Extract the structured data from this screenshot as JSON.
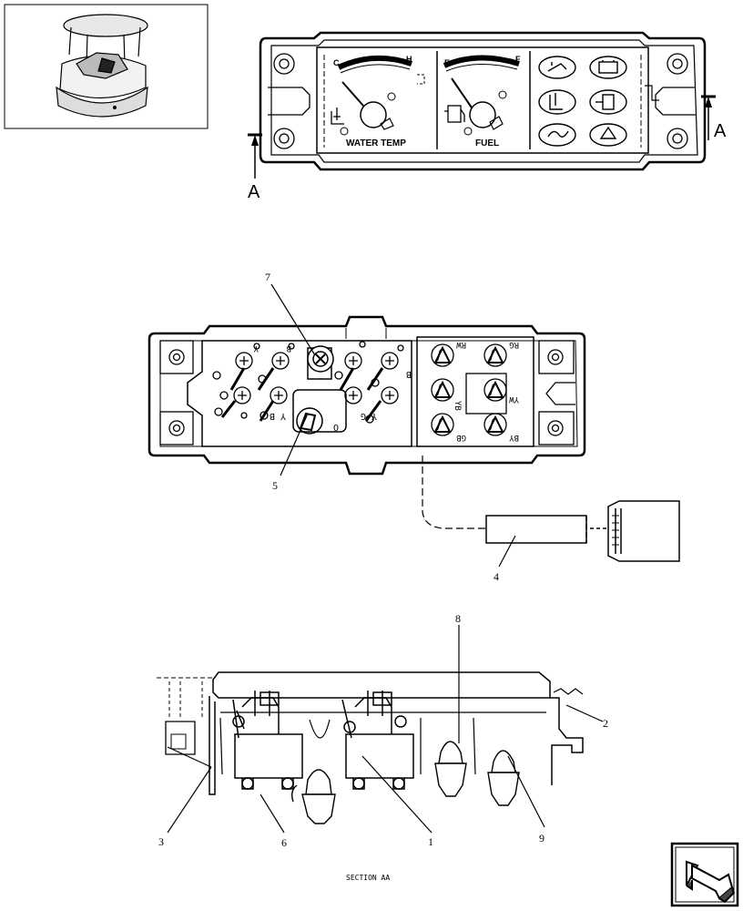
{
  "view_a_marker": "A",
  "gauges": {
    "water_temp": {
      "label": "WATER TEMP",
      "low": "C",
      "high": "H"
    },
    "fuel": {
      "label": "FUEL",
      "low": "E",
      "high": "F"
    }
  },
  "wires": {
    "left_block": [
      "Y",
      "B",
      "Y B"
    ],
    "center": [
      "B",
      "Y G",
      "O"
    ],
    "right_block": [
      "RW",
      "RG",
      "YB",
      "YW",
      "GB",
      "BY"
    ]
  },
  "callouts": {
    "c1": "1",
    "c2": "2",
    "c3": "3",
    "c4": "4",
    "c5": "5",
    "c6": "6",
    "c7": "7",
    "c8": "8",
    "c9": "9"
  },
  "section_label": "SECTION AA",
  "icons": [
    "vehicle-thumbnail-icon",
    "oil-pressure-icon",
    "battery-icon",
    "coolant-temp-icon",
    "fuel-pump-icon",
    "air-filter-icon",
    "glow-plug-icon",
    "next-page-arrow-icon"
  ]
}
